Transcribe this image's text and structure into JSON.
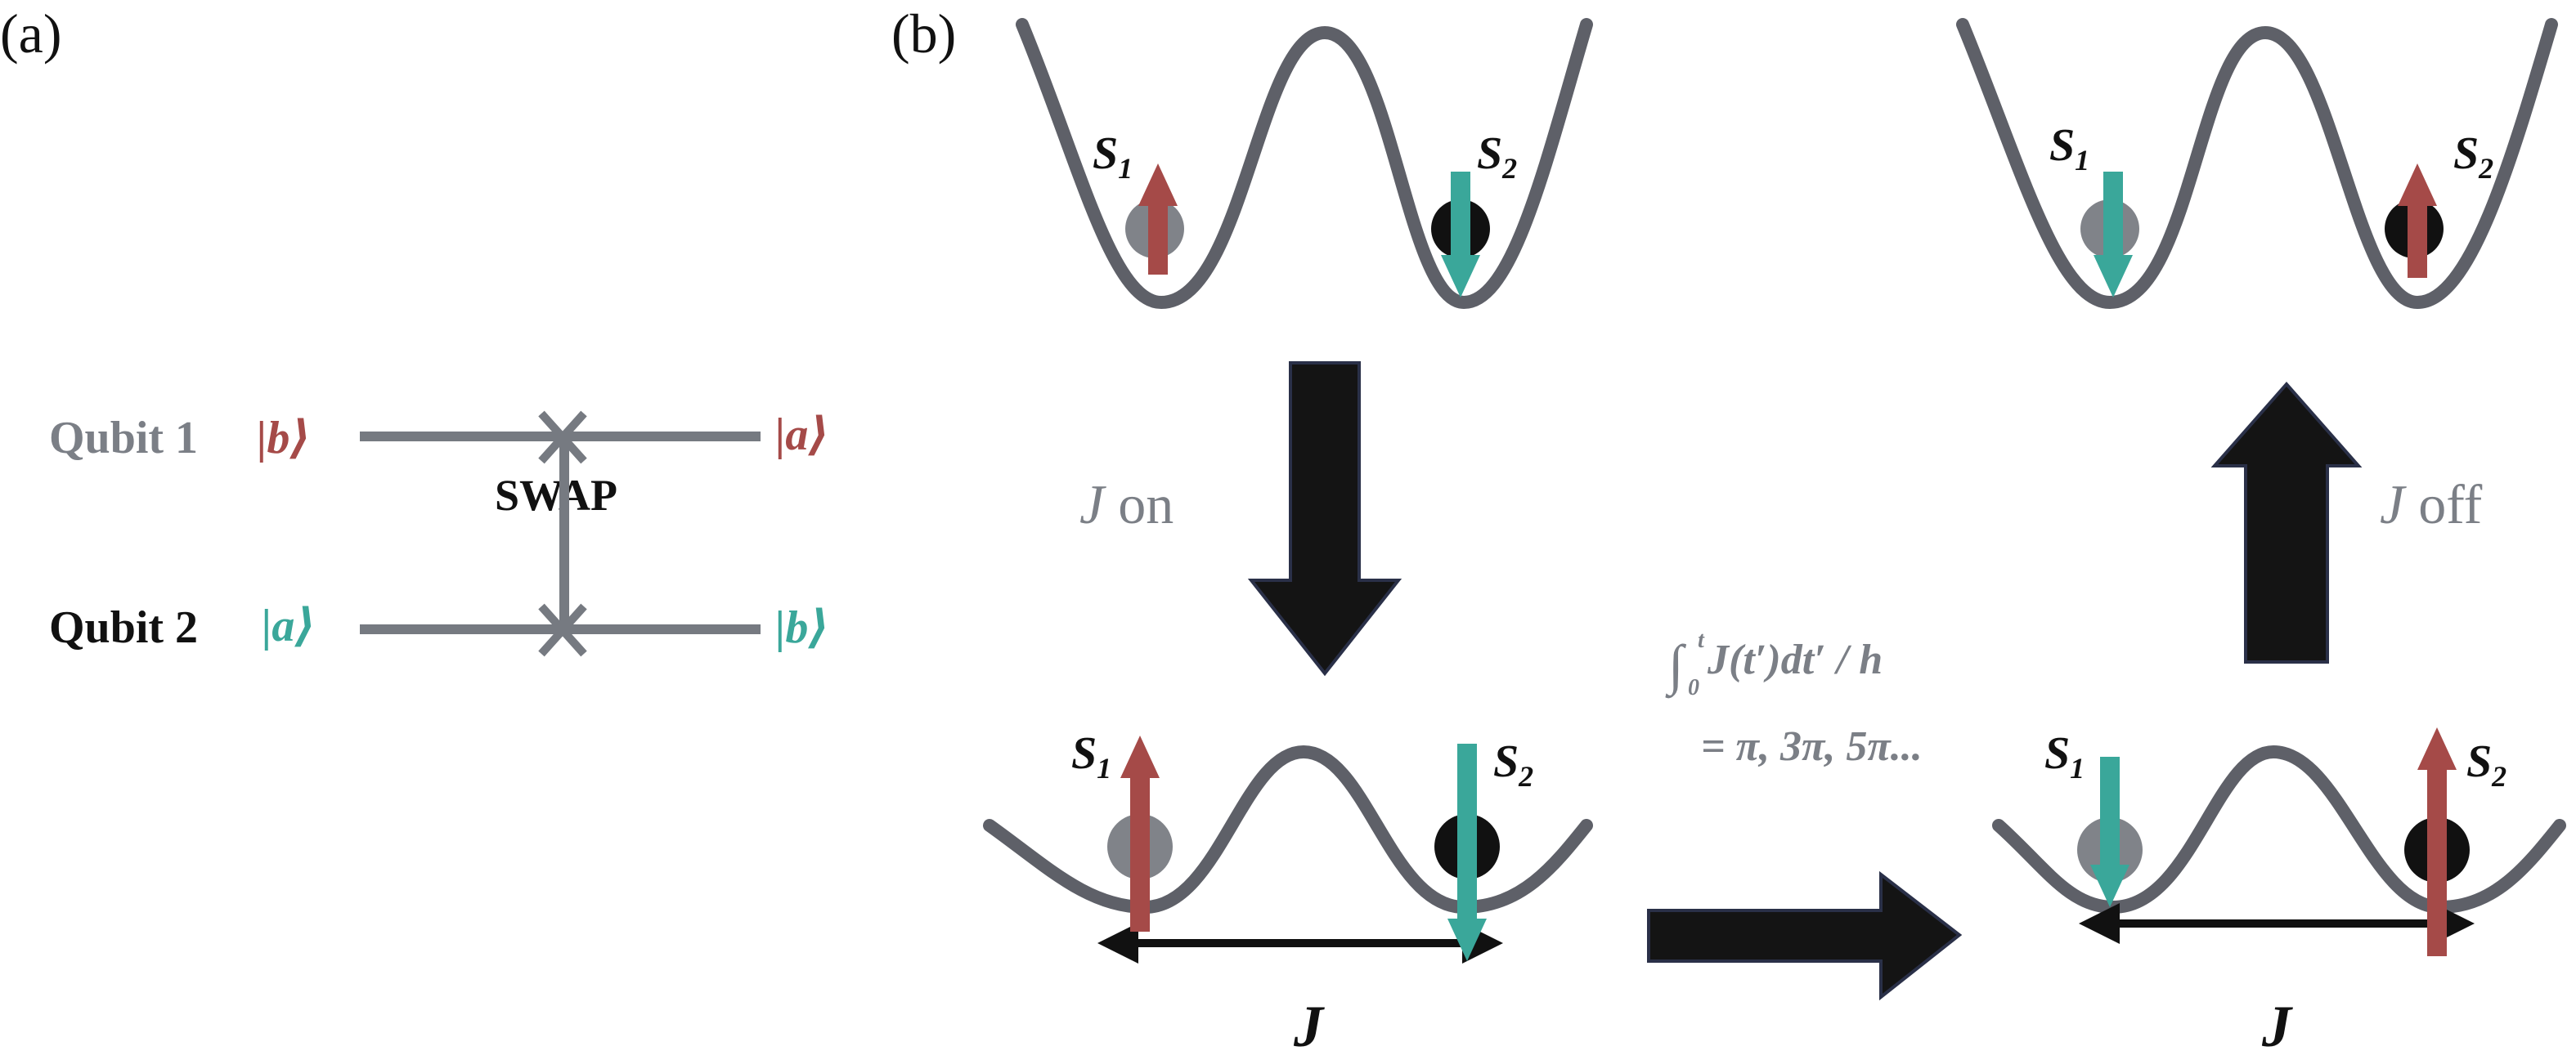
{
  "panel_a": {
    "label": "(a)",
    "gate_title": "SWAP",
    "qubit1": {
      "label": "Qubit 1",
      "input_ket": "|b⟩",
      "output_ket": "|a⟩"
    },
    "qubit2": {
      "label": "Qubit 2",
      "input_ket": "|a⟩",
      "output_ket": "|b⟩"
    }
  },
  "panel_b": {
    "label": "(b)",
    "spin_symbol": "S",
    "spin1_index": "1",
    "spin2_index": "2",
    "j_on": {
      "symbol": "J",
      "text": " on"
    },
    "j_off": {
      "symbol": "J",
      "text": " off"
    },
    "coupling_label": "J",
    "condition": {
      "integral": "∫",
      "lower": "0",
      "upper": "t",
      "expression": "J(t′)dt′ / h",
      "result": "= π, 3π, 5π..."
    }
  },
  "colors": {
    "spin_a": "#a54a48",
    "spin_b": "#3aa79a",
    "well": "#5e6068",
    "arrow": "#141414"
  }
}
